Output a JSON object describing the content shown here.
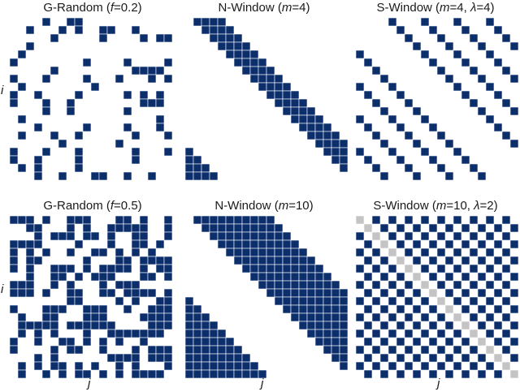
{
  "colors": {
    "filled": "#0c2f6b",
    "diagonal": "#c4c4c4",
    "empty": "#ffffff"
  },
  "axis": {
    "row_label": "i",
    "col_label": "j"
  },
  "panels": [
    {
      "id": "g-random-02",
      "title": {
        "name": "G-Random (",
        "param": "f",
        "rest": "=0.2)"
      },
      "type": "random",
      "size": 20,
      "fraction": 0.2,
      "seed": 7
    },
    {
      "id": "n-window-4",
      "title": {
        "name": "N-Window (",
        "param": "m",
        "rest": "=4)"
      },
      "type": "nwindow",
      "size": 20,
      "m": 4
    },
    {
      "id": "s-window-4-4",
      "title": {
        "name": "S-Window (",
        "param": "m",
        "rest": "=4, ",
        "param2": "λ",
        "rest2": "=4)"
      },
      "type": "swindow",
      "size": 20,
      "m": 4,
      "lambda": 4
    },
    {
      "id": "g-random-05",
      "title": {
        "name": "G-Random (",
        "param": "f",
        "rest": "=0.5)"
      },
      "type": "random",
      "size": 20,
      "fraction": 0.5,
      "seed": 31
    },
    {
      "id": "n-window-10",
      "title": {
        "name": "N-Window (",
        "param": "m",
        "rest": "=10)"
      },
      "type": "nwindow",
      "size": 20,
      "m": 10
    },
    {
      "id": "s-window-10-2",
      "title": {
        "name": "S-Window (",
        "param": "m",
        "rest": "=10, ",
        "param2": "λ",
        "rest2": "=2)"
      },
      "type": "swindow",
      "size": 20,
      "m": 10,
      "lambda": 2,
      "grey_diagonal": true
    }
  ]
}
